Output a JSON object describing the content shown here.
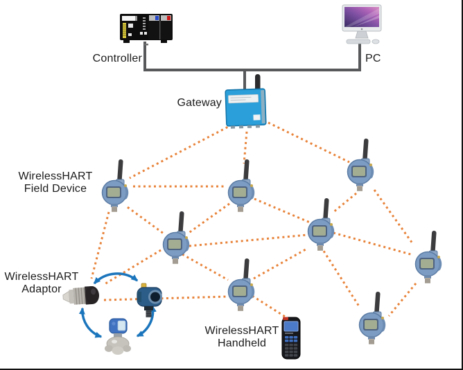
{
  "labels": {
    "controller": "Controller",
    "pc": "PC",
    "gateway": "Gateway",
    "field_device": {
      "line1": "WirelessHART",
      "line2": "Field Device"
    },
    "adaptor": {
      "line1": "WirelessHART",
      "line2": "Adaptor"
    },
    "handheld": {
      "line1": "WirelessHART",
      "line2": "Handheld"
    }
  },
  "colors": {
    "mesh_link_orange": "#E8833A",
    "wired_link_gray": "#58595B",
    "gateway_blue": "#2B9FD9",
    "field_device_blue": "#7D9CC3",
    "cycle_arrow_blue": "#1B75BC",
    "background": "#FFFFFF",
    "text": "#1A1A1A"
  },
  "diagram": {
    "type": "network-topology",
    "nodes": [
      "controller",
      "pc",
      "gateway",
      "field-device-1",
      "field-device-2",
      "field-device-3",
      "field-device-4",
      "field-device-5",
      "field-device-6",
      "field-device-7",
      "field-device-8",
      "adaptor",
      "adaptor-transmitter",
      "adaptor-valve-transmitter",
      "handheld"
    ],
    "wired_connections": [
      [
        "controller",
        "gateway"
      ],
      [
        "pc",
        "gateway"
      ]
    ],
    "wireless_connections": [
      [
        "gateway",
        "field-device-1"
      ],
      [
        "gateway",
        "field-device-2"
      ],
      [
        "gateway",
        "field-device-3"
      ],
      [
        "field-device-1",
        "field-device-2"
      ],
      [
        "field-device-1",
        "field-device-4"
      ],
      [
        "field-device-1",
        "adaptor"
      ],
      [
        "field-device-2",
        "field-device-4"
      ],
      [
        "field-device-2",
        "field-device-5"
      ],
      [
        "field-device-3",
        "field-device-5"
      ],
      [
        "field-device-3",
        "field-device-7"
      ],
      [
        "field-device-4",
        "field-device-5"
      ],
      [
        "field-device-4",
        "field-device-6"
      ],
      [
        "field-device-4",
        "adaptor"
      ],
      [
        "adaptor",
        "field-device-6"
      ],
      [
        "field-device-6",
        "field-device-5"
      ],
      [
        "field-device-6",
        "handheld"
      ],
      [
        "field-device-5",
        "field-device-7"
      ],
      [
        "field-device-5",
        "field-device-8"
      ],
      [
        "field-device-7",
        "field-device-8"
      ]
    ],
    "adaptor_cycle": [
      [
        "adaptor",
        "adaptor-transmitter"
      ],
      [
        "adaptor-transmitter",
        "adaptor-valve-transmitter"
      ],
      [
        "adaptor-valve-transmitter",
        "adaptor"
      ]
    ]
  }
}
